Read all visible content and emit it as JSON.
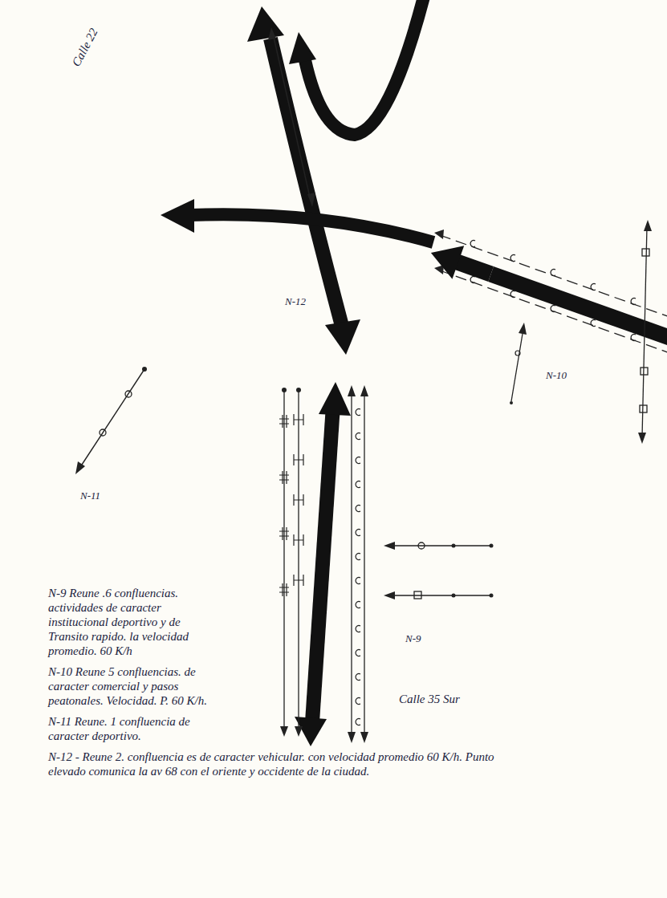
{
  "diagram": {
    "nodes": [
      {
        "text": [
          "N-12"
        ]
      },
      {
        "text": [
          "N-10"
        ]
      },
      {
        "text": [
          "N-11"
        ]
      },
      {
        "text": [
          "N-9"
        ]
      }
    ],
    "edges": [
      {
        "from": 1,
        "to": 0,
        "arrow": "to"
      }
    ],
    "labels": [
      "Calle 22",
      "Calle 35 Sur",
      "N-9 Reune .6 confluencias. actividades de caracter institucional deportivo y de Transito rapido. la velocidad promedio. 60 K/h",
      "N-10 Reune 5 confluencias. de caracter comercial y pasos peatonales. Velocidad. P. 60 K/h.",
      "N-11 Reune. 1 confluencia de caracter deportivo.",
      "N-12 - Reune 2. confluencia es de caracter vehicular. con velocidad promedio 60 K/h. Punto elevado comunica la av 68 con el oriente y occidente de la ciudad."
    ]
  }
}
